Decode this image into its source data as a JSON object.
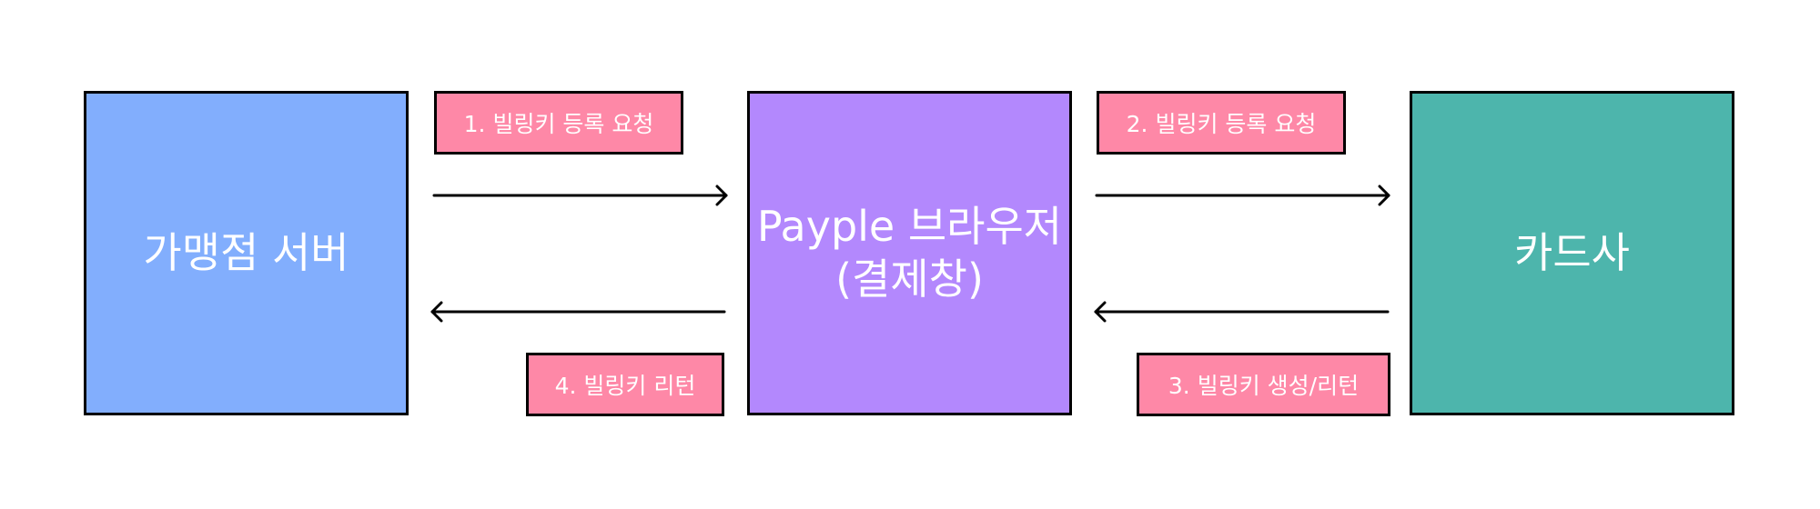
{
  "colors": {
    "merchant_fill": "#82aefd",
    "payple_fill": "#b388fd",
    "card_fill": "#4db5ac",
    "label_fill": "#fe88a7",
    "stroke": "#000000",
    "text": "#ffffff"
  },
  "nodes": {
    "merchant": {
      "label": "가맹점 서버"
    },
    "payple": {
      "label_line1": "Payple 브라우저",
      "label_line2": "(결제창)"
    },
    "card": {
      "label": "카드사"
    }
  },
  "steps": {
    "step1": "1. 빌링키 등록 요청",
    "step2": "2. 빌링키 등록 요청",
    "step3": "3. 빌링키 생성/리턴",
    "step4": "4. 빌링키 리턴"
  },
  "arrows": [
    {
      "from": "merchant",
      "to": "payple",
      "step": "step1"
    },
    {
      "from": "payple",
      "to": "card",
      "step": "step2"
    },
    {
      "from": "card",
      "to": "payple",
      "step": "step3"
    },
    {
      "from": "payple",
      "to": "merchant",
      "step": "step4"
    }
  ]
}
